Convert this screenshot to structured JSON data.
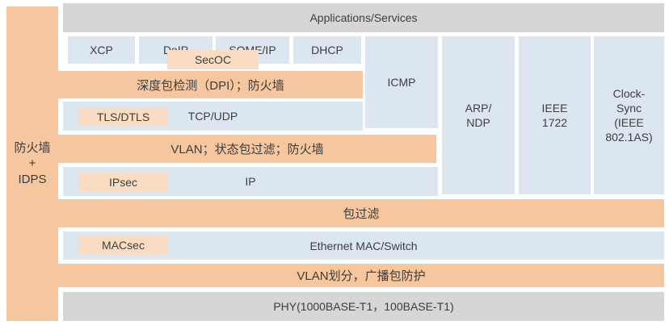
{
  "colors": {
    "security_orange": "#f6c69e",
    "security_inset_orange": "#fadcc2",
    "protocol_blue": "#dce6f1",
    "neutral_gray": "#d6d6d6",
    "text": "#3d3d3d",
    "background": "#ffffff"
  },
  "sidebar": {
    "label": "防火墙\n+\nIDPS"
  },
  "layers": {
    "applications": "Applications/Services",
    "xcp": "XCP",
    "doip": "DoIP",
    "someip": "SOME/IP",
    "dhcp": "DHCP",
    "secoc": "SecOC",
    "dpi_firewall": "深度包检测（DPI）；防火墙",
    "tls_dtls": "TLS/DTLS",
    "tcp_udp": "TCP/UDP",
    "icmp": "ICMP",
    "vlan_stateful_firewall": "VLAN；状态包过滤；防火墙",
    "ipsec": "IPsec",
    "ip": "IP",
    "arp_ndp": "ARP/\nNDP",
    "ieee_1722": "IEEE\n1722",
    "clock_sync": "Clock-\nSync\n(IEEE\n802.1AS)",
    "packet_filter": "包过滤",
    "macsec": "MACsec",
    "ethernet_mac_switch": "Ethernet MAC/Switch",
    "vlan_partition_broadcast": "VLAN划分，广播包防护",
    "phy": "PHY(1000BASE-T1，100BASE-T1)"
  }
}
